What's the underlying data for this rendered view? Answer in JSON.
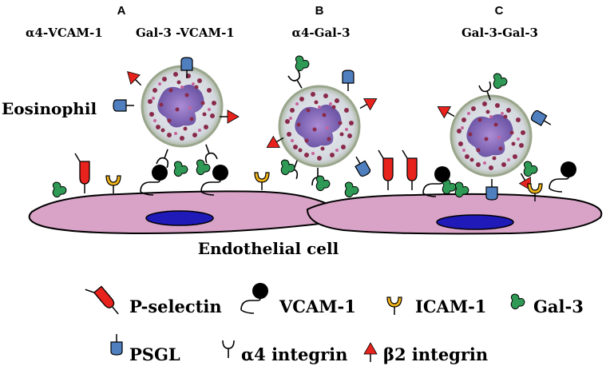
{
  "panels": [
    {
      "letter": "A",
      "labels": [
        "α4-VCAM-1",
        "Gal-3 -VCAM-1"
      ]
    },
    {
      "letter": "B",
      "labels": [
        "α4-Gal-3"
      ]
    },
    {
      "letter": "C",
      "labels": [
        "Gal-3-Gal-3"
      ]
    }
  ],
  "cell_labels": {
    "eosinophil": "Eosinophil",
    "endothelial": "Endothelial cell"
  },
  "legend": [
    {
      "icon": "p-selectin-icon",
      "label": "P-selectin"
    },
    {
      "icon": "vcam-1-icon",
      "label": "VCAM-1"
    },
    {
      "icon": "icam-1-icon",
      "label": "ICAM-1"
    },
    {
      "icon": "gal-3-icon",
      "label": "Gal-3"
    },
    {
      "icon": "psgl-icon",
      "label": "PSGL"
    },
    {
      "icon": "alpha4-integrin-icon",
      "label": "α4 integrin"
    },
    {
      "icon": "beta2-integrin-icon",
      "label": "β2 integrin"
    }
  ],
  "colors": {
    "p_selectin": "#e8221c",
    "vcam_1": "#000000",
    "icam_1": "#f2b51a",
    "gal_3": "#2f9a55",
    "psgl": "#4f7fbf",
    "beta2_integrin": "#e8221c",
    "endothelium": "#d9a3c7",
    "nucleus": "#1f1ab8",
    "eosinophil_cytoplasm": "#d8dde3",
    "granule": "#8a2a4a"
  }
}
